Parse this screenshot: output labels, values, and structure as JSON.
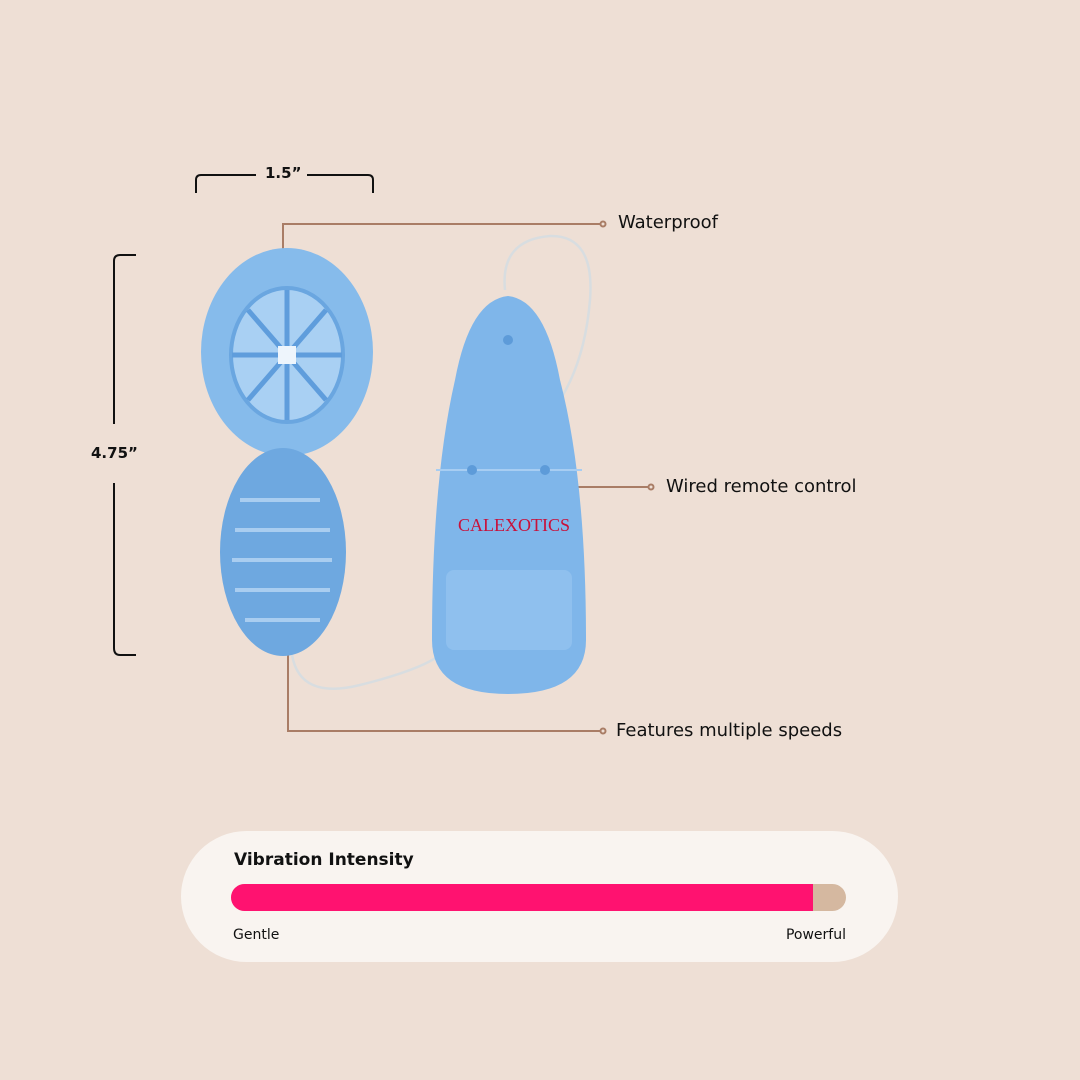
{
  "dimensions": {
    "width": "1.5”",
    "height": "4.75”"
  },
  "callouts": [
    "Waterproof",
    "Wired remote control",
    "Features multiple speeds"
  ],
  "brand": "CALEXOTICS",
  "intensity": {
    "title": "Vibration Intensity",
    "min_label": "Gentle",
    "max_label": "Powerful",
    "value_percent": 94.6,
    "fill_color": "#ff1270",
    "track_color": "#d5b8a0"
  },
  "colors": {
    "background": "#eedfd5",
    "card": "#f9f4f0",
    "leader": "#a97d66",
    "product": "#7fb6ea"
  }
}
